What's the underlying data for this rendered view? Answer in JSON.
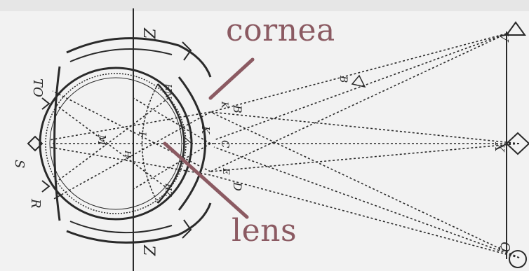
{
  "labels": {
    "cornea": "cornea",
    "lens": "lens"
  },
  "engraving_letters": {
    "top_axis": "Z",
    "bottom_axis": "Z",
    "left_top": "TO",
    "left_mid": "S",
    "left_bottom": "R",
    "right_top": "V",
    "right_mid": "X",
    "right_bottom": "Q",
    "mid_top": "B",
    "inner_top": "B",
    "inner_bottom": "D",
    "inner_mid": "K",
    "inner_z": "Z",
    "center": "C",
    "inner_left": "M",
    "inner_right_top": "HN",
    "inner_right_bottom": "HZ",
    "inner_x": "I",
    "inner_x2": "H",
    "inner_top2": "K",
    "inner_bottom2": "E"
  },
  "colors": {
    "background": "#f2f2f2",
    "ink": "#2a2a2a",
    "label": "#8b5a62",
    "leader": "#8b5a62"
  }
}
